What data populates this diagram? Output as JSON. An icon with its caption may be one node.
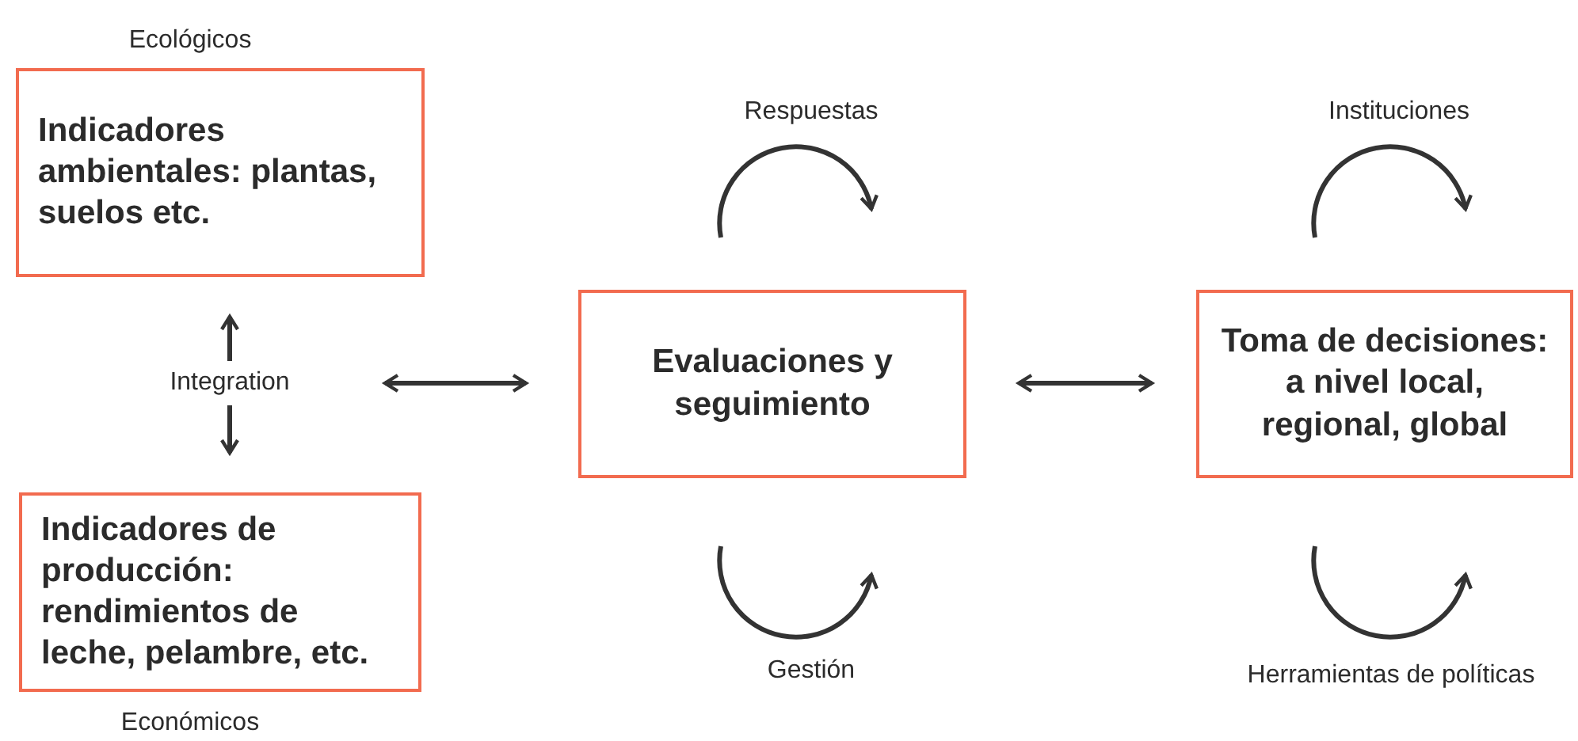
{
  "diagram": {
    "nodes": [
      {
        "text": [
          "Indicadores ambientales: plantas, suelos etc."
        ],
        "beside": [
          "Ecológicos"
        ]
      },
      {
        "text": [
          "Integration"
        ]
      },
      {
        "text": [
          "Indicadores de producción: rendimientos de leche, pelambre, etc."
        ],
        "beside": [
          "Económicos"
        ]
      },
      {
        "text": [
          "Evaluaciones y seguimiento"
        ]
      },
      {
        "text": [
          "Toma de decisiones: a nivel local, regional, global"
        ]
      }
    ],
    "edges": [
      {
        "from": 1,
        "to": 0,
        "arrow": "to"
      },
      {
        "from": 1,
        "to": 2,
        "arrow": "to"
      },
      {
        "from": 1,
        "to": 3,
        "arrow": "both"
      },
      {
        "from": 3,
        "to": 4,
        "arrow": "both"
      }
    ],
    "labels": [
      "Respuestas",
      "Instituciones",
      "Gestión",
      "Herramientas de políticas"
    ]
  }
}
